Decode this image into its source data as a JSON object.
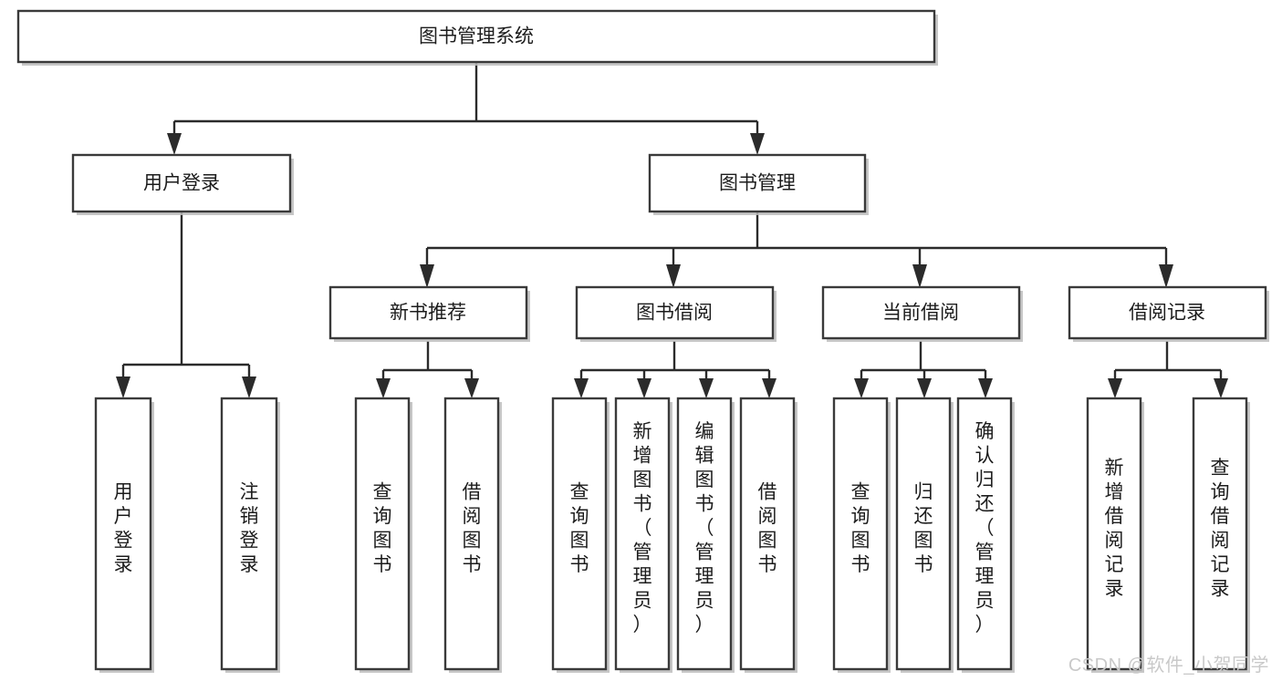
{
  "diagram": {
    "type": "tree-hierarchy-chart",
    "title": "图书管理系统",
    "watermark": "CSDN @软件_小贺同学",
    "colors": {
      "box_fill": "#ffffff",
      "box_stroke": "#3a3a3a",
      "connector": "#2b2b2b",
      "text": "#1c1c1c",
      "watermark": "#c9c9c9",
      "background": "#ffffff"
    },
    "levels": [
      {
        "level": 1,
        "nodes": [
          {
            "id": "root",
            "label": "图书管理系统",
            "orientation": "horizontal"
          }
        ]
      },
      {
        "level": 2,
        "nodes": [
          {
            "id": "user-login",
            "label": "用户登录",
            "orientation": "horizontal",
            "parent": "root"
          },
          {
            "id": "book-manage",
            "label": "图书管理",
            "orientation": "horizontal",
            "parent": "root"
          }
        ]
      },
      {
        "level": 3,
        "nodes": [
          {
            "id": "new-book-recommend",
            "label": "新书推荐",
            "orientation": "horizontal",
            "parent": "book-manage"
          },
          {
            "id": "book-borrow",
            "label": "图书借阅",
            "orientation": "horizontal",
            "parent": "book-manage"
          },
          {
            "id": "current-borrow",
            "label": "当前借阅",
            "orientation": "horizontal",
            "parent": "book-manage"
          },
          {
            "id": "borrow-record",
            "label": "借阅记录",
            "orientation": "horizontal",
            "parent": "book-manage"
          }
        ]
      },
      {
        "level": 4,
        "nodes": [
          {
            "id": "leaf-user-login",
            "label": "用户登录",
            "orientation": "vertical",
            "parent": "user-login"
          },
          {
            "id": "leaf-logout",
            "label": "注销登录",
            "orientation": "vertical",
            "parent": "user-login"
          },
          {
            "id": "leaf-query-book-1",
            "label": "查询图书",
            "orientation": "vertical",
            "parent": "new-book-recommend"
          },
          {
            "id": "leaf-borrow-book-1",
            "label": "借阅图书",
            "orientation": "vertical",
            "parent": "new-book-recommend"
          },
          {
            "id": "leaf-query-book-2",
            "label": "查询图书",
            "orientation": "vertical",
            "parent": "book-borrow"
          },
          {
            "id": "leaf-add-book",
            "label": "新增图书（管理员）",
            "orientation": "vertical",
            "parent": "book-borrow"
          },
          {
            "id": "leaf-edit-book",
            "label": "编辑图书（管理员）",
            "orientation": "vertical",
            "parent": "book-borrow"
          },
          {
            "id": "leaf-borrow-book-2",
            "label": "借阅图书",
            "orientation": "vertical",
            "parent": "book-borrow"
          },
          {
            "id": "leaf-query-book-3",
            "label": "查询图书",
            "orientation": "vertical",
            "parent": "current-borrow"
          },
          {
            "id": "leaf-return-book",
            "label": "归还图书",
            "orientation": "vertical",
            "parent": "current-borrow"
          },
          {
            "id": "leaf-confirm-return",
            "label": "确认归还（管理员）",
            "orientation": "vertical",
            "parent": "current-borrow"
          },
          {
            "id": "leaf-add-record",
            "label": "新增借阅记录",
            "orientation": "vertical",
            "parent": "borrow-record"
          },
          {
            "id": "leaf-query-record",
            "label": "查询借阅记录",
            "orientation": "vertical",
            "parent": "borrow-record"
          }
        ]
      }
    ]
  }
}
